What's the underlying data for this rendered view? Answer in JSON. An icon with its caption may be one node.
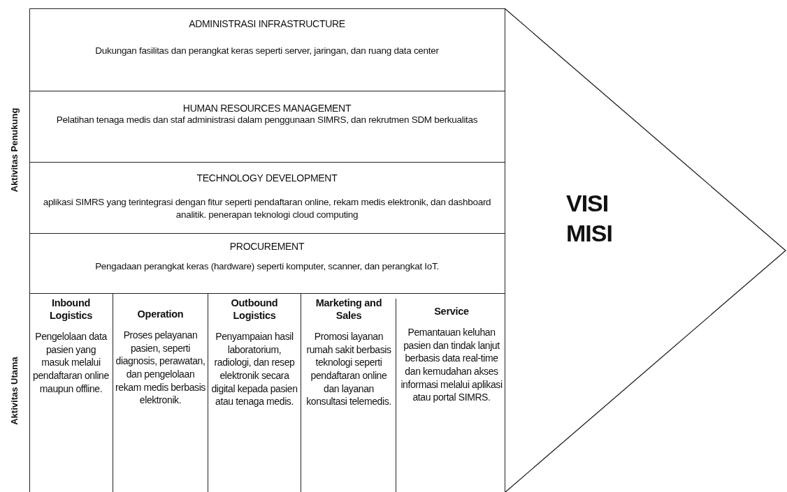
{
  "diagram": {
    "nodes": [
      {
        "text": [
          "ADMINISTRASI INFRASTRUCTURE",
          "Dukungan fasilitas dan perangkat keras seperti server, jaringan, dan ruang data center"
        ]
      },
      {
        "text": [
          "HUMAN RESOURCES MANAGEMENT",
          "Pelatihan tenaga medis dan staf administrasi dalam penggunaan SIMRS, dan rekrutmen SDM berkualitas"
        ]
      },
      {
        "text": [
          "TECHNOLOGY DEVELOPMENT",
          "aplikasi SIMRS yang terintegrasi dengan fitur seperti pendaftaran online, rekam medis elektronik, dan dashboard analitik. penerapan teknologi cloud computing"
        ]
      },
      {
        "text": [
          "PROCUREMENT",
          "Pengadaan perangkat keras (hardware) seperti komputer, scanner, dan perangkat IoT."
        ]
      },
      {
        "text": [
          "Inbound Logistics",
          "Pengelolaan data pasien yang masuk melalui pendaftaran online maupun offline."
        ]
      },
      {
        "text": [
          "Operation",
          "Proses pelayanan pasien, seperti diagnosis, perawatan, dan pengelolaan rekam medis berbasis elektronik."
        ]
      },
      {
        "text": [
          "Outbound Logistics",
          "Penyampaian hasil laboratorium, radiologi, dan resep elektronik secara digital kepada pasien atau tenaga medis."
        ]
      },
      {
        "text": [
          "Marketing and Sales",
          "Promosi layanan rumah sakit berbasis teknologi seperti pendaftaran online dan layanan konsultasi telemedis."
        ]
      },
      {
        "text": [
          "Service",
          "Pemantauan keluhan pasien dan tindak lanjut berbasis data real-time dan kemudahan akses informasi melalui aplikasi atau portal SIMRS."
        ]
      },
      {
        "text": [
          "VISI MISI"
        ]
      }
    ],
    "labels": [
      "Aktivitas Penukung",
      "Aktivitas Utama"
    ]
  }
}
